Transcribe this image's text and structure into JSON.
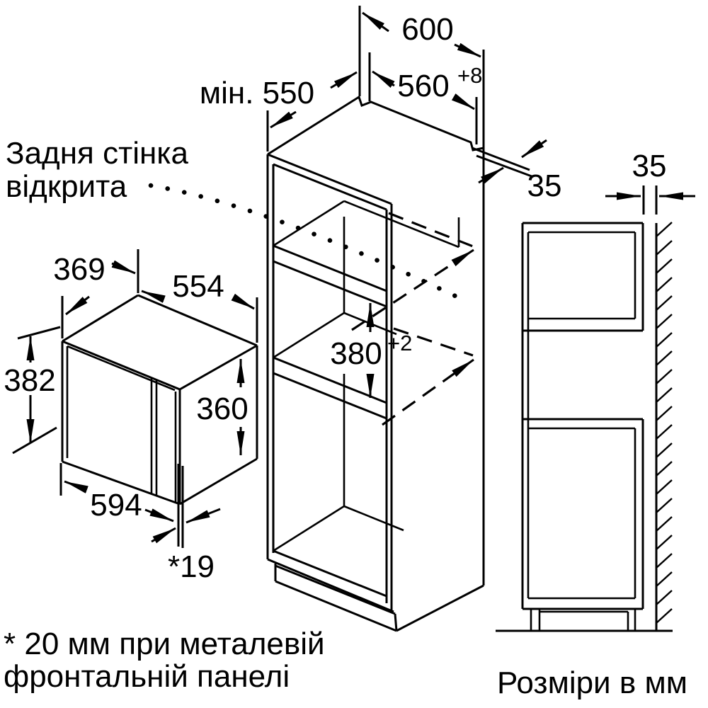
{
  "drawing": {
    "annotations": {
      "back_wall_open_line1": "Задня стінка",
      "back_wall_open_line2": "відкрита",
      "footnote_line1": "* 20 мм при металевій",
      "footnote_line2": "фронтальній панелі",
      "units_note": "Розміри в мм"
    },
    "dimensions_mm": {
      "cabinet_width": "600",
      "min_installation_depth": "мін. 550",
      "niche_width": "560",
      "niche_width_tolerance": "+8",
      "top_rail_width": "35",
      "niche_height": "380",
      "niche_height_tolerance": "+2",
      "wall_clearance": "35",
      "appliance_depth": "369",
      "appliance_width_top": "554",
      "appliance_height": "382",
      "appliance_side_height": "360",
      "appliance_front_width": "594",
      "door_protrusion": "*19"
    },
    "colors": {
      "line": "#000000",
      "background": "#ffffff"
    }
  }
}
